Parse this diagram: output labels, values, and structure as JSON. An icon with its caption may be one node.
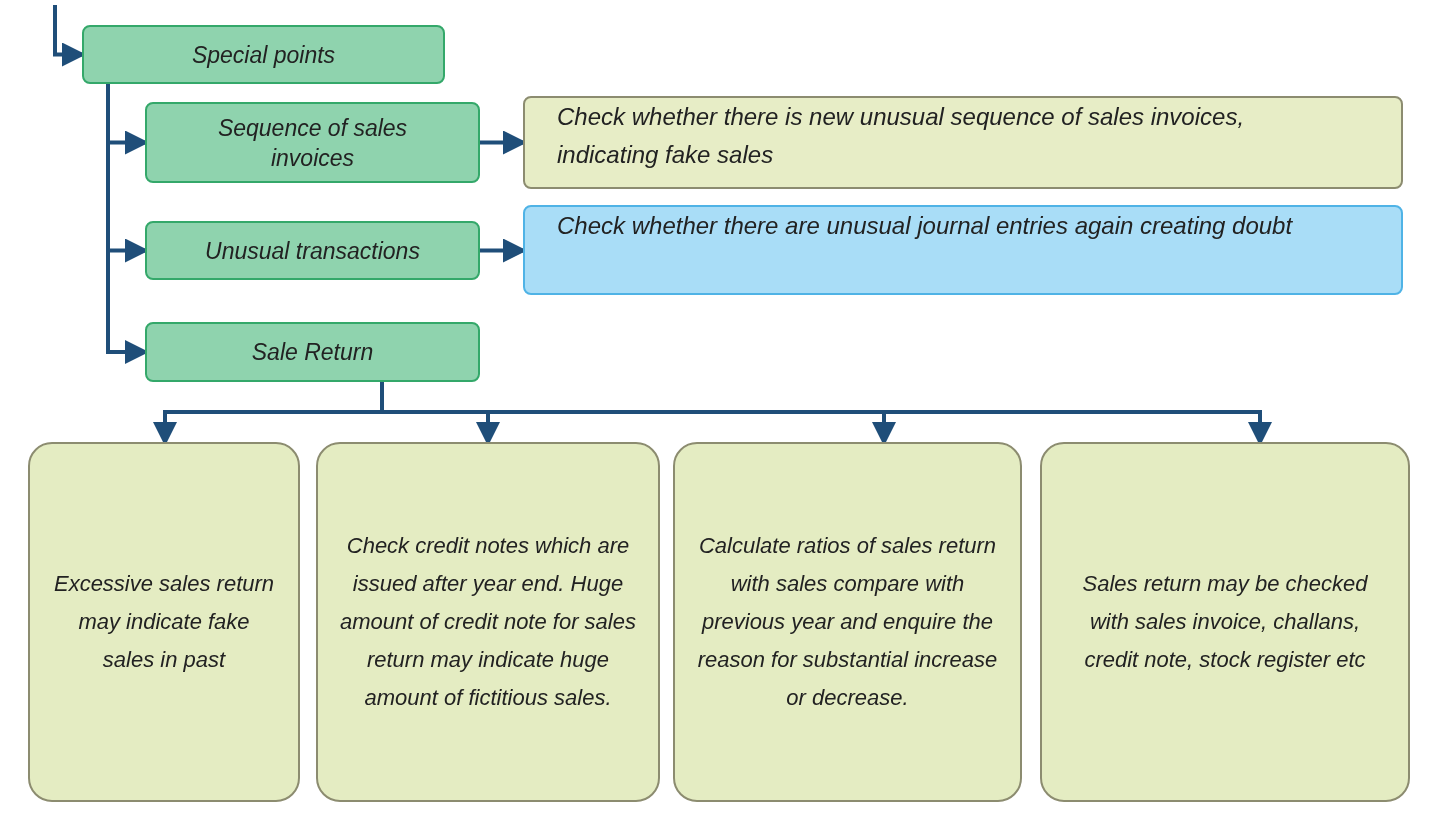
{
  "diagram": {
    "nodes": [
      {
        "text": [
          "Special points"
        ]
      },
      {
        "text": [
          "Sequence of sales invoices"
        ]
      },
      {
        "text": [
          "Check whether there is new unusual sequence of sales invoices, indicating fake sales"
        ]
      },
      {
        "text": [
          "Unusual transactions"
        ]
      },
      {
        "text": [
          "Check whether there are unusual journal entries again creating doubt"
        ]
      },
      {
        "text": [
          "Sale Return"
        ]
      },
      {
        "text": [
          "Excessive sales return may indicate fake sales in past"
        ]
      },
      {
        "text": [
          "Check credit notes which are issued after year end. Huge amount of credit note for sales return may indicate huge amount of fictitious sales."
        ]
      },
      {
        "text": [
          "Calculate ratios of sales return with sales compare with previous year and enquire the reason for substantial increase or decrease."
        ]
      },
      {
        "text": [
          "Sales return may be checked with sales invoice, challans, credit note, stock register etc"
        ]
      }
    ],
    "edges": [
      {
        "from": null,
        "to": 0,
        "arrow": "to"
      },
      {
        "from": 0,
        "to": 1,
        "arrow": "to"
      },
      {
        "from": 0,
        "to": 3,
        "arrow": "to"
      },
      {
        "from": 0,
        "to": 5,
        "arrow": "to"
      },
      {
        "from": 1,
        "to": 2,
        "arrow": "to"
      },
      {
        "from": 3,
        "to": 4,
        "arrow": "to"
      },
      {
        "from": 5,
        "to": 6,
        "arrow": "to"
      },
      {
        "from": 5,
        "to": 7,
        "arrow": "to"
      },
      {
        "from": 5,
        "to": 8,
        "arrow": "to"
      },
      {
        "from": 5,
        "to": 9,
        "arrow": "to"
      }
    ]
  }
}
